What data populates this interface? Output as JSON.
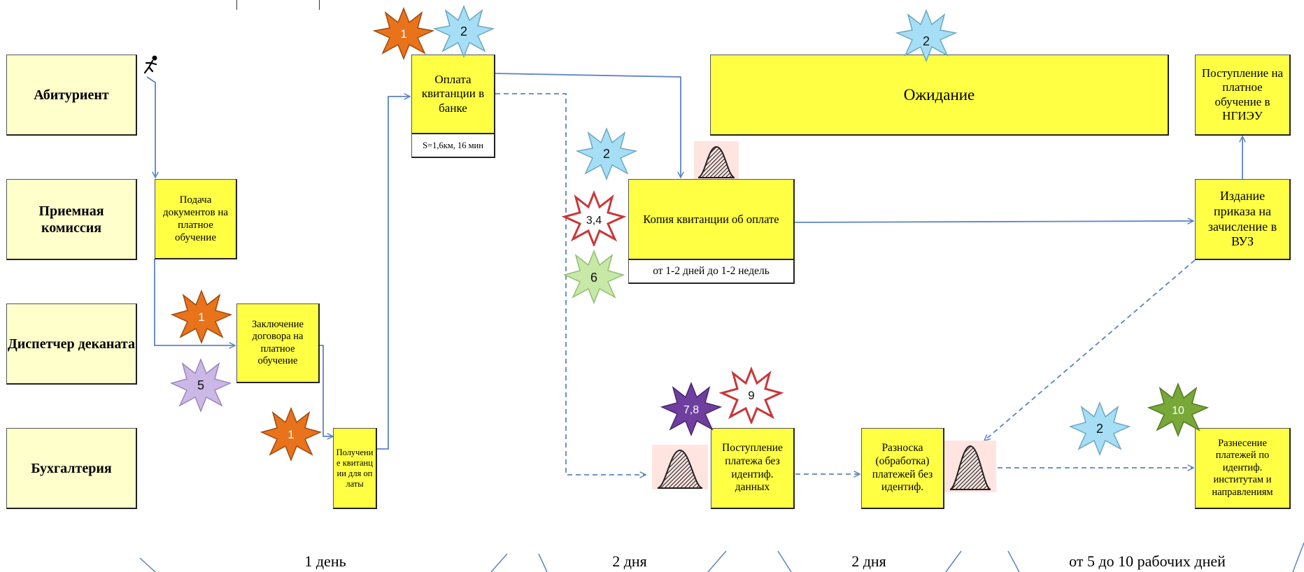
{
  "lanes": {
    "applicant": "Абитуриент",
    "admission": "Приемная комиссия",
    "dispatcher": "Диспетчер деканата",
    "accounting": "Бухгалтерия"
  },
  "steps": {
    "submit_docs": "Подача документов на платное обучение",
    "contract": "Заключение договора на платное обучение",
    "receipt": "Получение квитанции для оплаты",
    "bank_payment": "Оплата квитанции в банке",
    "bank_note": "S=1,6км, 16 мин",
    "waiting": "Ожидание",
    "enrollment": "Поступление на платное обучение в НГИЭУ",
    "receipt_copy": "Копия квитанции об оплате",
    "receipt_copy_note": "от 1-2 дней до 1-2 недель",
    "order": "Издание приказа на зачисление в ВУЗ",
    "payment_no_id": "Поступление платежа без идентиф. данных",
    "processing": "Разноска (обработка) платежей без идентиф.",
    "distribution": "Разнесение платежей по идентиф. институтам и направлениям"
  },
  "timeline": {
    "seg1": "1 день",
    "seg2": "2 дня",
    "seg3": "2 дня",
    "seg4": "от 5 до 10 рабочих дней"
  },
  "problem_markers": [
    {
      "id": "top-orange",
      "label": "1",
      "color": "#e8731a"
    },
    {
      "id": "top-blue",
      "label": "2",
      "color": "#a6dff5"
    },
    {
      "id": "waiting-blue",
      "label": "2",
      "color": "#a6dff5"
    },
    {
      "id": "mid-blue",
      "label": "2",
      "color": "#a6dff5"
    },
    {
      "id": "mid-red",
      "label": "3,4",
      "color": "#ffffff"
    },
    {
      "id": "mid-green",
      "label": "6",
      "color": "#c7e8a6"
    },
    {
      "id": "disp-orange",
      "label": "1",
      "color": "#e8731a"
    },
    {
      "id": "disp-purple",
      "label": "5",
      "color": "#cbb8e6"
    },
    {
      "id": "acc-orange",
      "label": "1",
      "color": "#e8731a"
    },
    {
      "id": "acc-violet",
      "label": "7,8",
      "color": "#6f3fa0"
    },
    {
      "id": "acc-red",
      "label": "9",
      "color": "#ffffff"
    },
    {
      "id": "acc-blue",
      "label": "2",
      "color": "#a6dff5"
    },
    {
      "id": "acc-green",
      "label": "10",
      "color": "#77a838"
    }
  ],
  "colors": {
    "lane_fill": "#ffffcc",
    "process_fill": "#ffff44",
    "flow_arrow": "#5b84c4",
    "queue_fill": "#ffe4e0"
  }
}
